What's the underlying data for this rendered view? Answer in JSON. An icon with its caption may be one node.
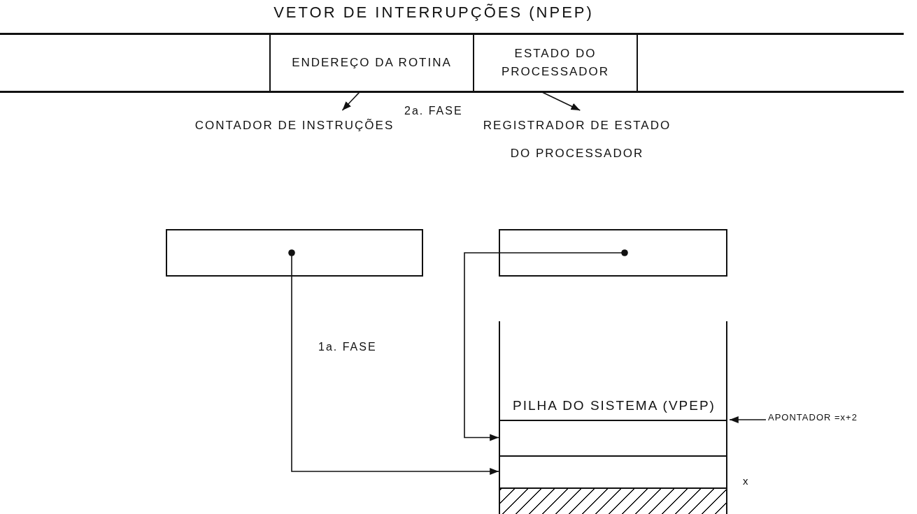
{
  "diagram": {
    "title": "VETOR DE INTERRUPÇÕES (NPEP)",
    "nodes": [
      {
        "text": [],
        "shape": "box"
      },
      {
        "text": [
          "ENDEREÇO DA ROTINA"
        ],
        "in": 0
      },
      {
        "text": [
          "ESTADO DO PROCESSADOR"
        ],
        "in": 0
      },
      {
        "text": [
          "CONTADOR DE INSTRUÇÕES"
        ]
      },
      {
        "text": [
          "REGISTRADOR DE ESTADO DO PROCESSADOR"
        ]
      },
      {
        "text": [
          "PILHA DO SISTEMA (VPEP)"
        ]
      },
      {
        "text": [],
        "shape": "box",
        "in": 5
      },
      {
        "text": [],
        "shape": "box",
        "in": 5
      },
      {
        "text": [],
        "shape": "box",
        "in": 5
      },
      {
        "text": [
          "APONTADOR =x+2"
        ]
      }
    ],
    "edges": [
      {
        "from": 1,
        "to": 3,
        "arrow": "to"
      },
      {
        "from": 2,
        "to": 4,
        "arrow": "to"
      },
      {
        "from": 4,
        "to": 6,
        "arrow": "to"
      },
      {
        "from": 3,
        "to": 7,
        "arrow": "to"
      },
      {
        "from": 9,
        "to": 6,
        "arrow": "to"
      }
    ],
    "labels": [
      "2a. FASE",
      "1a. FASE",
      "x"
    ]
  }
}
